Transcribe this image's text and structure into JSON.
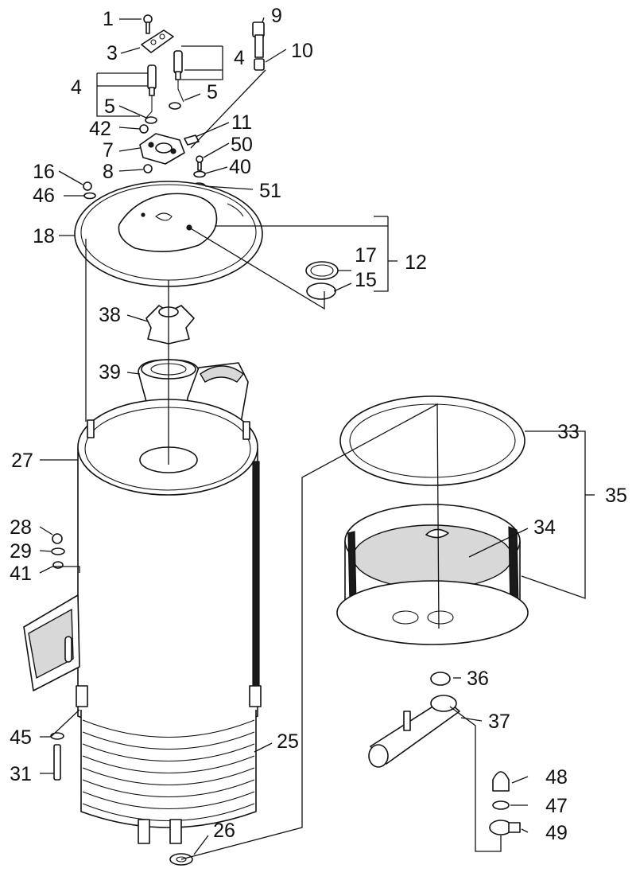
{
  "diagram": {
    "labels": [
      {
        "id": "n1",
        "text": "1"
      },
      {
        "id": "n3",
        "text": "3"
      },
      {
        "id": "n4a",
        "text": "4"
      },
      {
        "id": "n4b",
        "text": "4"
      },
      {
        "id": "n5a",
        "text": "5"
      },
      {
        "id": "n5b",
        "text": "5"
      },
      {
        "id": "n42",
        "text": "42"
      },
      {
        "id": "n7",
        "text": "7"
      },
      {
        "id": "n8",
        "text": "8"
      },
      {
        "id": "n9",
        "text": "9"
      },
      {
        "id": "n10",
        "text": "10"
      },
      {
        "id": "n11",
        "text": "11"
      },
      {
        "id": "n50",
        "text": "50"
      },
      {
        "id": "n40",
        "text": "40"
      },
      {
        "id": "n51",
        "text": "51"
      },
      {
        "id": "n16",
        "text": "16"
      },
      {
        "id": "n46",
        "text": "46"
      },
      {
        "id": "n18",
        "text": "18"
      },
      {
        "id": "n17",
        "text": "17"
      },
      {
        "id": "n12",
        "text": "12"
      },
      {
        "id": "n15",
        "text": "15"
      },
      {
        "id": "n38",
        "text": "38"
      },
      {
        "id": "n39",
        "text": "39"
      },
      {
        "id": "n27",
        "text": "27"
      },
      {
        "id": "n28",
        "text": "28"
      },
      {
        "id": "n29",
        "text": "29"
      },
      {
        "id": "n41",
        "text": "41"
      },
      {
        "id": "n45",
        "text": "45"
      },
      {
        "id": "n31",
        "text": "31"
      },
      {
        "id": "n25",
        "text": "25"
      },
      {
        "id": "n26",
        "text": "26"
      },
      {
        "id": "n33",
        "text": "33"
      },
      {
        "id": "n35",
        "text": "35"
      },
      {
        "id": "n34",
        "text": "34"
      },
      {
        "id": "n36",
        "text": "36"
      },
      {
        "id": "n37",
        "text": "37"
      },
      {
        "id": "n48",
        "text": "48"
      },
      {
        "id": "n47",
        "text": "47"
      },
      {
        "id": "n49",
        "text": "49"
      }
    ]
  }
}
